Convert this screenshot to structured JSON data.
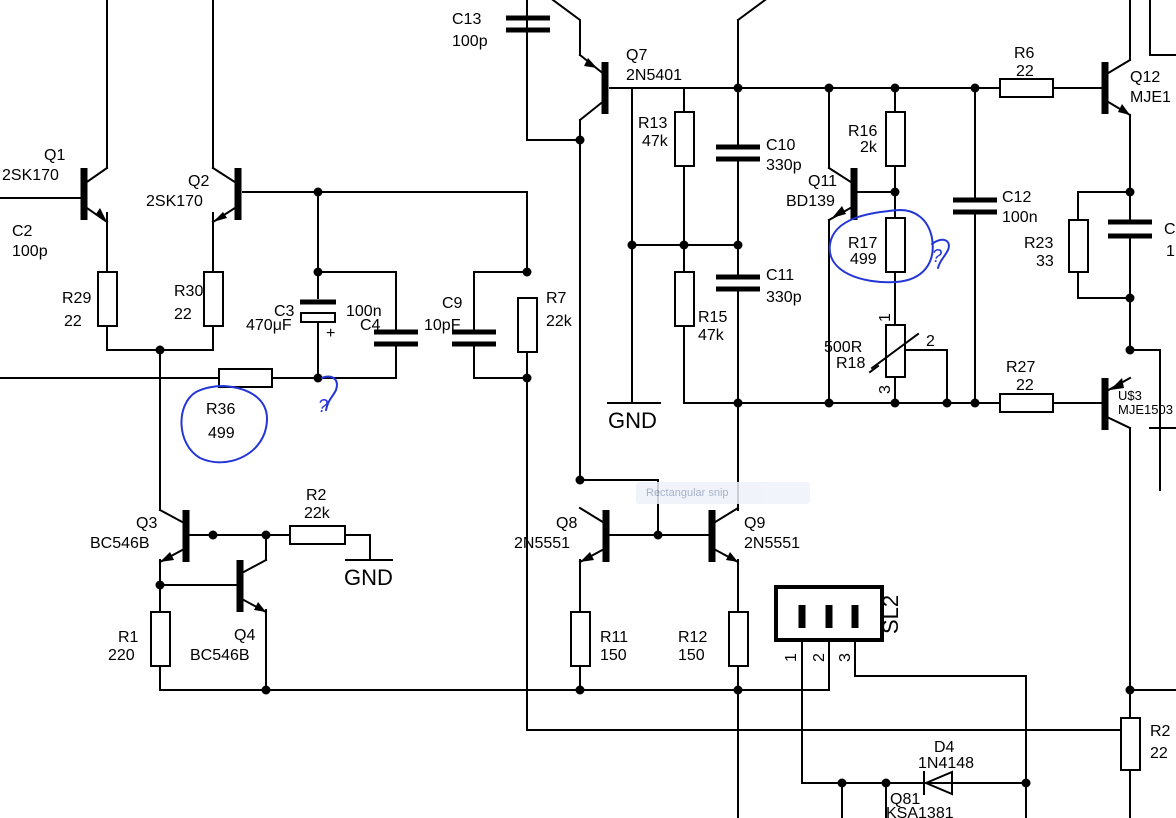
{
  "components": {
    "Q1": {
      "ref": "Q1",
      "value": "2SK170"
    },
    "Q2": {
      "ref": "Q2",
      "value": "2SK170"
    },
    "C2": {
      "ref": "C2",
      "value": "100p"
    },
    "R29": {
      "ref": "R29",
      "value": "22"
    },
    "R30": {
      "ref": "R30",
      "value": "22"
    },
    "C3": {
      "ref": "C3",
      "value": "470μF",
      "polarity": "+"
    },
    "C4": {
      "ref": "C4",
      "value": "100n"
    },
    "C9": {
      "ref": "C9",
      "value": "10pF"
    },
    "R7": {
      "ref": "R7",
      "value": "22k"
    },
    "R36": {
      "ref": "R36",
      "value": "499"
    },
    "C13": {
      "ref": "C13",
      "value": "100p"
    },
    "Q7": {
      "ref": "Q7",
      "value": "2N5401"
    },
    "R13": {
      "ref": "R13",
      "value": "47k"
    },
    "R15": {
      "ref": "R15",
      "value": "47k"
    },
    "C10": {
      "ref": "C10",
      "value": "330p"
    },
    "C11": {
      "ref": "C11",
      "value": "330p"
    },
    "Q11": {
      "ref": "Q11",
      "value": "BD139"
    },
    "R16": {
      "ref": "R16",
      "value": "2k"
    },
    "R17": {
      "ref": "R17",
      "value": "499"
    },
    "R18": {
      "ref": "R18",
      "value": "500R",
      "pins": [
        "1",
        "2",
        "3"
      ]
    },
    "C12": {
      "ref": "C12",
      "value": "100n"
    },
    "R6": {
      "ref": "R6",
      "value": "22"
    },
    "Q12": {
      "ref": "Q12",
      "value": "MJE1"
    },
    "R23": {
      "ref": "R23",
      "value": "33"
    },
    "C_partial": {
      "ref": "C",
      "value": "1"
    },
    "R27": {
      "ref": "R27",
      "value": "22"
    },
    "U3": {
      "ref": "U$3",
      "value": "MJE1503"
    },
    "Q3": {
      "ref": "Q3",
      "value": "BC546B"
    },
    "Q4": {
      "ref": "Q4",
      "value": "BC546B"
    },
    "R2": {
      "ref": "R2",
      "value": "22k"
    },
    "R1": {
      "ref": "R1",
      "value": "220"
    },
    "Q8": {
      "ref": "Q8",
      "value": "2N5551"
    },
    "Q9": {
      "ref": "Q9",
      "value": "2N5551"
    },
    "R11": {
      "ref": "R11",
      "value": "150"
    },
    "R12": {
      "ref": "R12",
      "value": "150"
    },
    "SL2": {
      "ref": "SL2",
      "pins": [
        "1",
        "2",
        "3"
      ]
    },
    "D4": {
      "ref": "D4",
      "value": "1N4148"
    },
    "Q81": {
      "ref": "Q81",
      "value": "KSA1381"
    },
    "R25": {
      "ref": "R2",
      "value": "22"
    }
  },
  "ground_labels": [
    "GND",
    "GND"
  ],
  "annotations": {
    "question_marks": [
      "?",
      "?"
    ]
  },
  "hover_tooltip": {
    "text": "Rectangular snip"
  },
  "colors": {
    "schematic": "#000000",
    "ink": "#2436d6",
    "background": "#ffffff"
  }
}
